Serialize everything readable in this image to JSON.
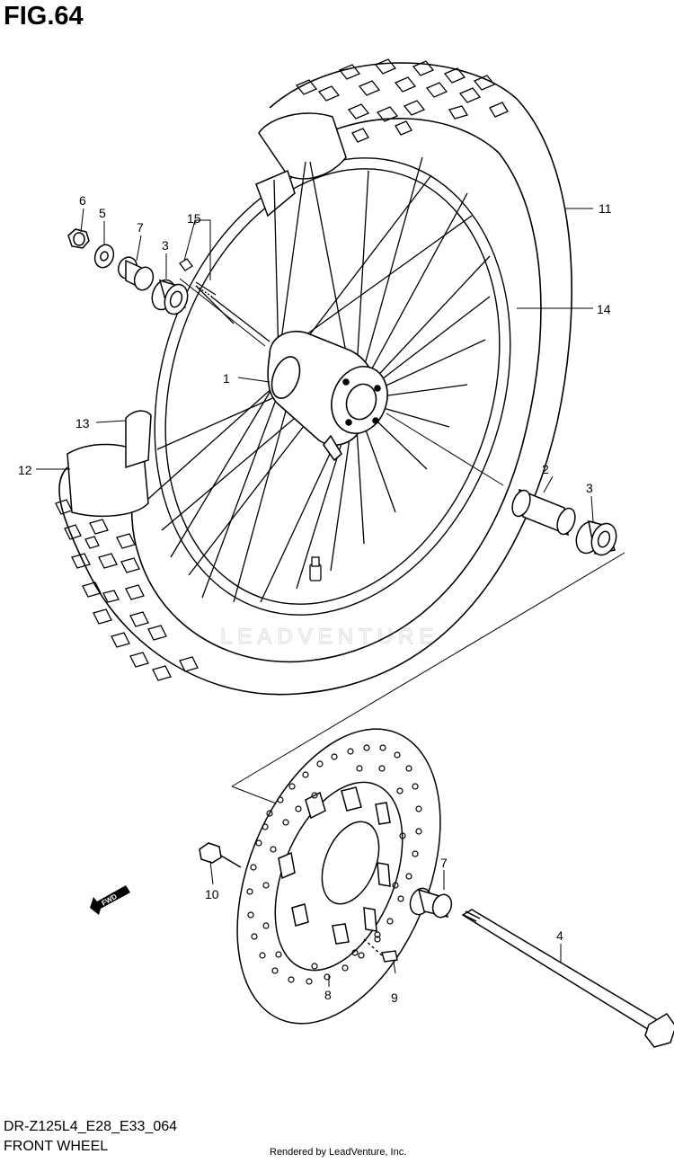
{
  "figure": {
    "title": "FIG.64",
    "code": "DR-Z125L4_E28_E33_064",
    "name": "FRONT WHEEL"
  },
  "callouts": {
    "p1": "1",
    "p2": "2",
    "p3a": "3",
    "p3b": "3",
    "p4": "4",
    "p5": "5",
    "p6": "6",
    "p7a": "7",
    "p7b": "7",
    "p8": "8",
    "p9": "9",
    "p10": "10",
    "p11": "11",
    "p12": "12",
    "p13": "13",
    "p14": "14",
    "p15": "15"
  },
  "direction_mark": "FWD",
  "watermark": "LEADVENTURE",
  "footer": {
    "rendered_by": "Rendered by LeadVenture, Inc."
  },
  "colors": {
    "line": "#000000",
    "background": "#ffffff",
    "watermark": "#e3e3e3"
  }
}
